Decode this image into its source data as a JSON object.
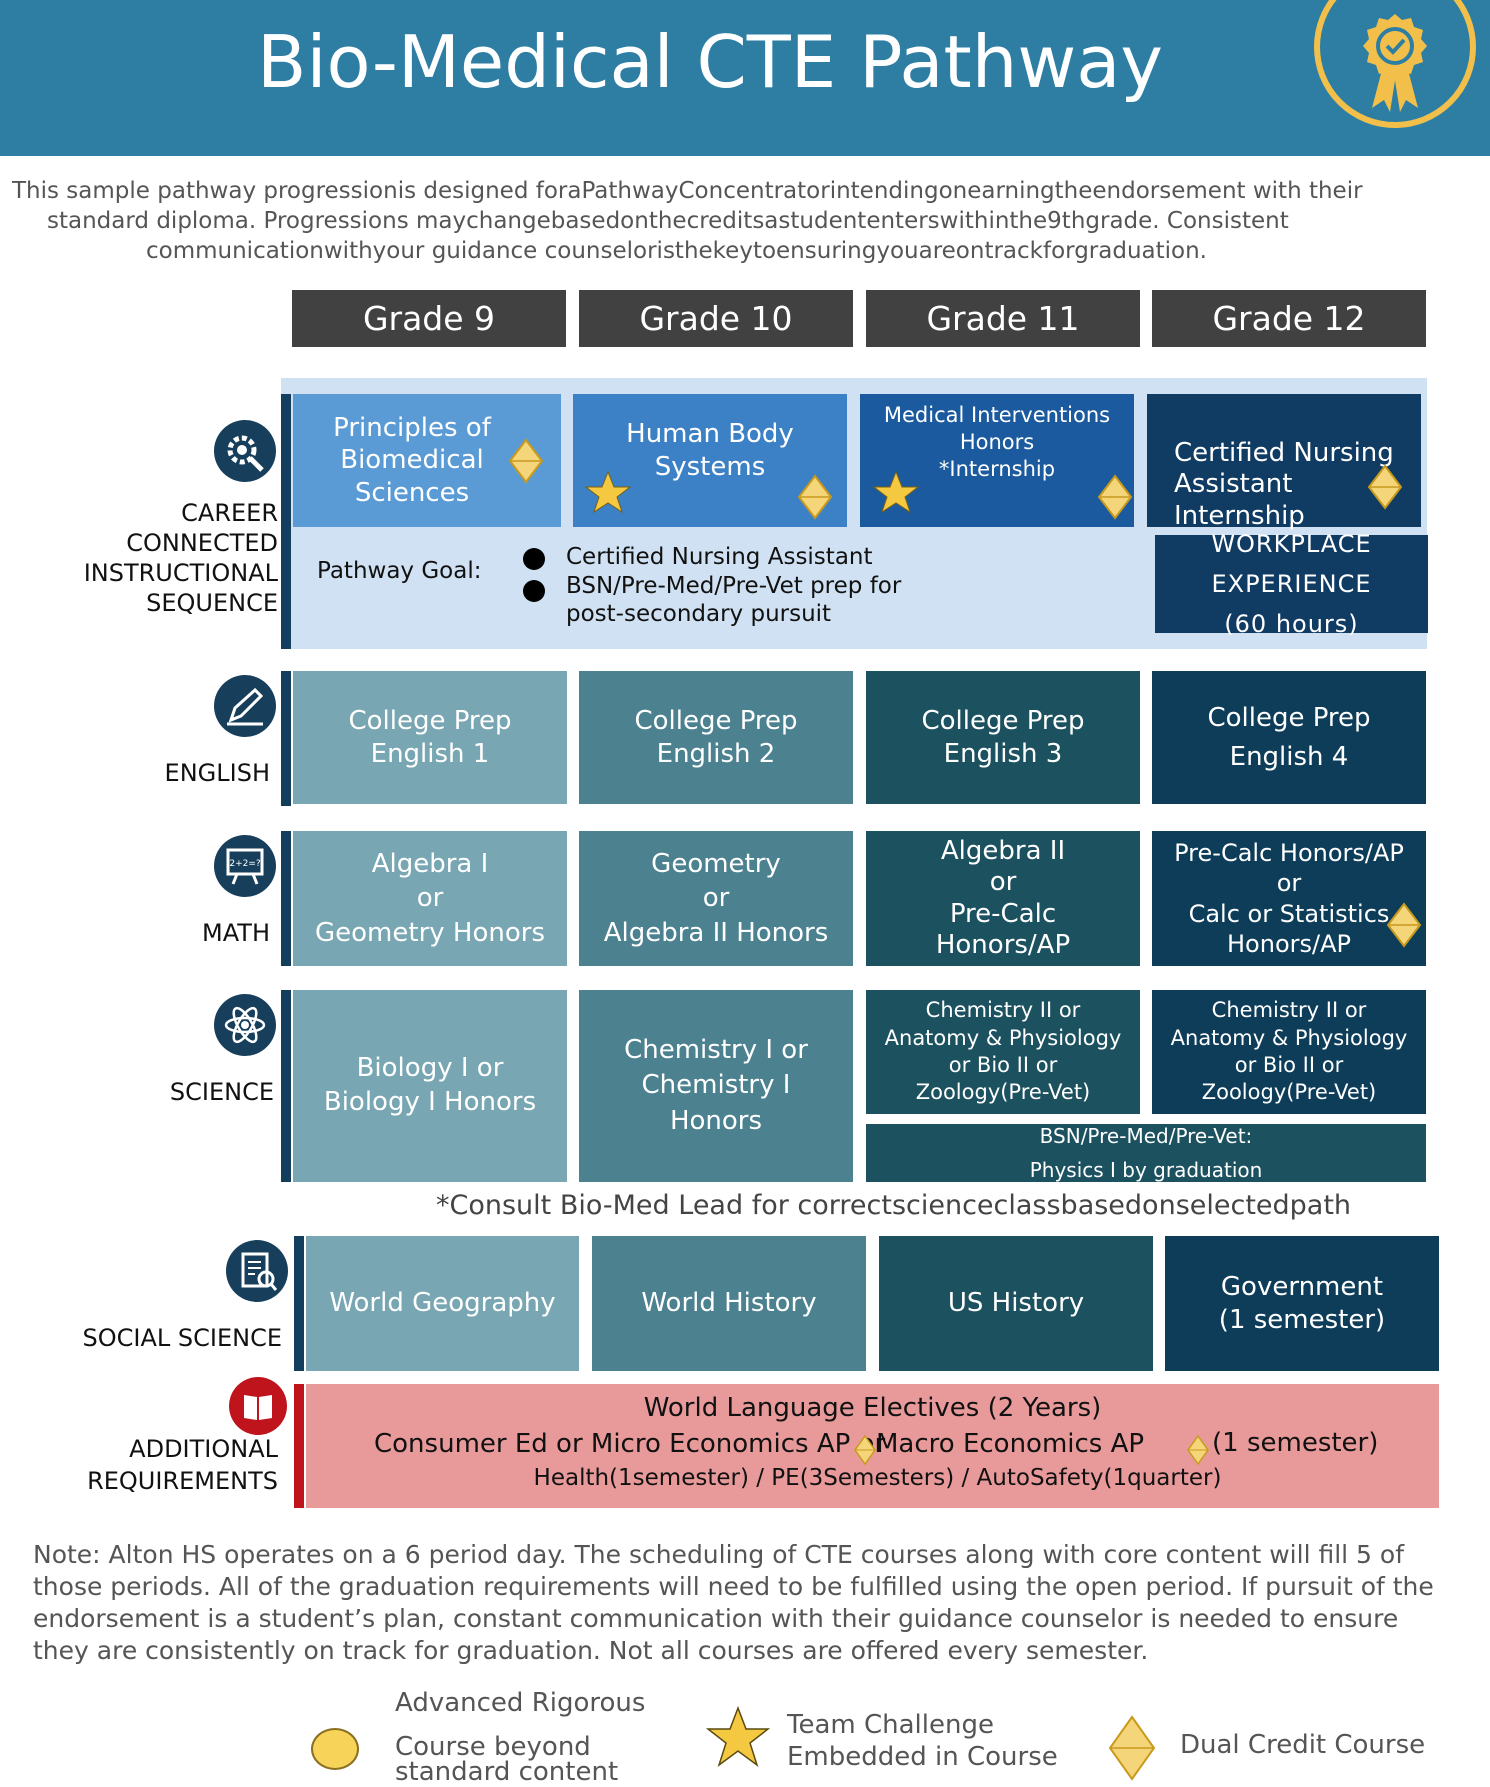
{
  "title": "Bio-Medical CTE Pathway",
  "intro": [
    "This sample pathway progressionis designed foraPathwayConcentratorintendingonearningtheendorsement with their",
    "standard diploma. Progressions maychangebasedonthecreditsastudententerswithinthe9thgrade. Consistent",
    "communicationwithyour guidance counseloristhekeytoensuringyouareontrackforgraduation."
  ],
  "grades": [
    "Grade 9",
    "Grade 10",
    "Grade 11",
    "Grade 12"
  ],
  "categories": {
    "career": "CAREER\nCONNECTED\nINSTRUCTIONAL\nSEQUENCE",
    "english": "ENGLISH",
    "math": "MATH",
    "science": "SCIENCE",
    "social": "SOCIAL SCIENCE",
    "additional": "ADDITIONAL\nREQUIREMENTS"
  },
  "cte": {
    "c1": "Principles of\nBiomedical\nSciences",
    "c2": "Human Body\nSystems",
    "c3": "Medical Interventions\nHonors\n*Internship",
    "c4": "Certified Nursing\nAssistant\nInternship",
    "goal_label": "Pathway Goal:",
    "goal_items": [
      "Certified Nursing Assistant",
      "BSN/Pre-Med/Pre-Vet prep for\npost-secondary pursuit"
    ],
    "workplace": "WORKPLACE\nEXPERIENCE\n(60 hours)"
  },
  "english": [
    "College Prep\nEnglish 1",
    "College Prep\nEnglish 2",
    "College Prep\nEnglish 3",
    "College Prep\nEnglish 4"
  ],
  "math": [
    "Algebra I\nor\nGeometry Honors",
    "Geometry\nor\nAlgebra II Honors",
    "Algebra II\nor\nPre-Calc\nHonors/AP",
    "Pre-Calc Honors/AP\nor\nCalc or Statistics\nHonors/AP"
  ],
  "science": {
    "s1": "Biology I or\nBiology I Honors",
    "s2": "Chemistry I or\nChemistry I\nHonors",
    "s3": "Chemistry II or\nAnatomy & Physiology\nor Bio II or\nZoology(Pre-Vet)",
    "s4": "Chemistry II or\nAnatomy & Physiology\nor Bio II or\nZoology(Pre-Vet)",
    "physics": "BSN/Pre-Med/Pre-Vet:\nPhysics I by graduation",
    "consult": "*Consult Bio-Med Lead for correctscienceclassbasedonselectedpath"
  },
  "social": [
    "World Geography",
    "World History",
    "US History",
    "Government\n(1 semester)"
  ],
  "additional": {
    "line1": "World Language Electives (2 Years)",
    "line2a": "Consumer Ed or Micro Economics AP or",
    "line2b": "Macro Economics AP",
    "line2c": "(1 semester)",
    "line3": "Health(1semester) / PE(3Semesters) / AutoSafety(1quarter)"
  },
  "note": [
    "Note: Alton HS operates on a 6 period day. The scheduling of CTE courses along with core content will fill 5 of",
    "those periods. All of the graduation requirements will need to be fulfilled using the open period. If pursuit of the",
    "endorsement is a student’s plan, constant communication with their guidance counselor is needed to ensure",
    "they are consistently on track for graduation. Not all courses are offered every semester."
  ],
  "legend": {
    "advanced_line1": "Advanced Rigorous",
    "advanced_line2": "Course beyond",
    "advanced_line3": "standard content",
    "team_line1": "Team Challenge",
    "team_line2": "Embedded in Course",
    "dual": "Dual Credit Course"
  },
  "colors": {
    "header": "#2e7ea4",
    "cte1": "#5b9bd5",
    "cte2": "#3c80c6",
    "cte3": "#1b5a9e",
    "cte4": "#103b63",
    "core1": "#78a6b2",
    "core2": "#4c8190",
    "core3": "#1c5160",
    "core4": "#0e3d5a",
    "additional": "#e89a9a",
    "gold": "#f5c842"
  },
  "icons": {
    "badge": "award-ribbon-icon",
    "career": "gear-wrench-icon",
    "english": "pen-writing-icon",
    "math": "chalkboard-icon",
    "science": "atom-icon",
    "social": "document-magnifier-icon",
    "additional": "book-icon",
    "star": "star-icon",
    "diamond": "diamond-icon",
    "circle": "circle-icon"
  }
}
